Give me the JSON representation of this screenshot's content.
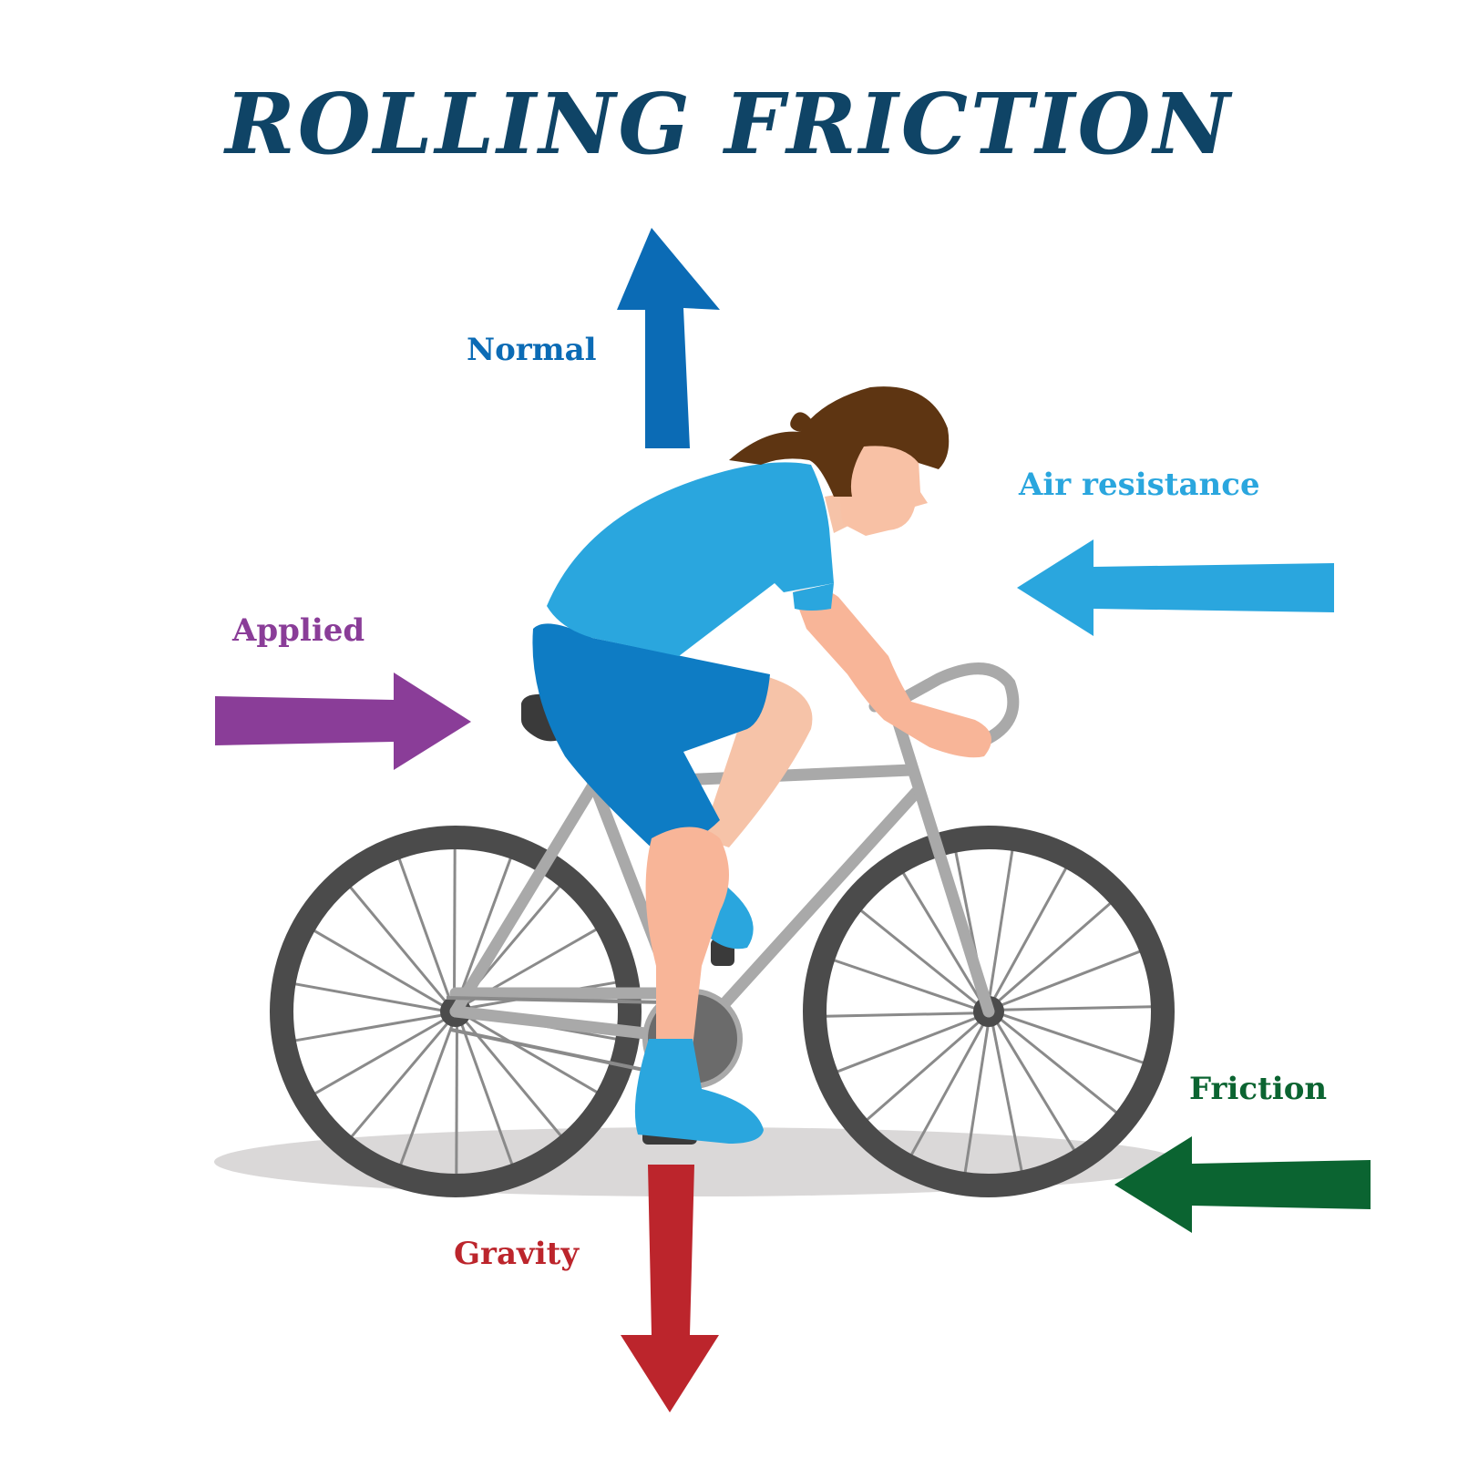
{
  "title": "ROLLING FRICTION",
  "forces": {
    "normal": {
      "label": "Normal",
      "direction": "up",
      "color": "#0B6BB5"
    },
    "air_resistance": {
      "label": "Air resistance",
      "direction": "left",
      "color": "#2AA6DE"
    },
    "applied": {
      "label": "Applied",
      "direction": "right",
      "color": "#8A3D98"
    },
    "friction": {
      "label": "Friction",
      "direction": "left",
      "color": "#0B6431"
    },
    "gravity": {
      "label": "Gravity",
      "direction": "down",
      "color": "#BC252C"
    }
  },
  "colors": {
    "title": "#0F4466",
    "shirt": "#2AA6DE",
    "shorts": "#0E7CC4",
    "skin": "#F8B598",
    "hair": "#5E3512",
    "frame": "#A9A9A9",
    "tire": "#4B4B4B",
    "shadow": "#DAD8D8"
  }
}
